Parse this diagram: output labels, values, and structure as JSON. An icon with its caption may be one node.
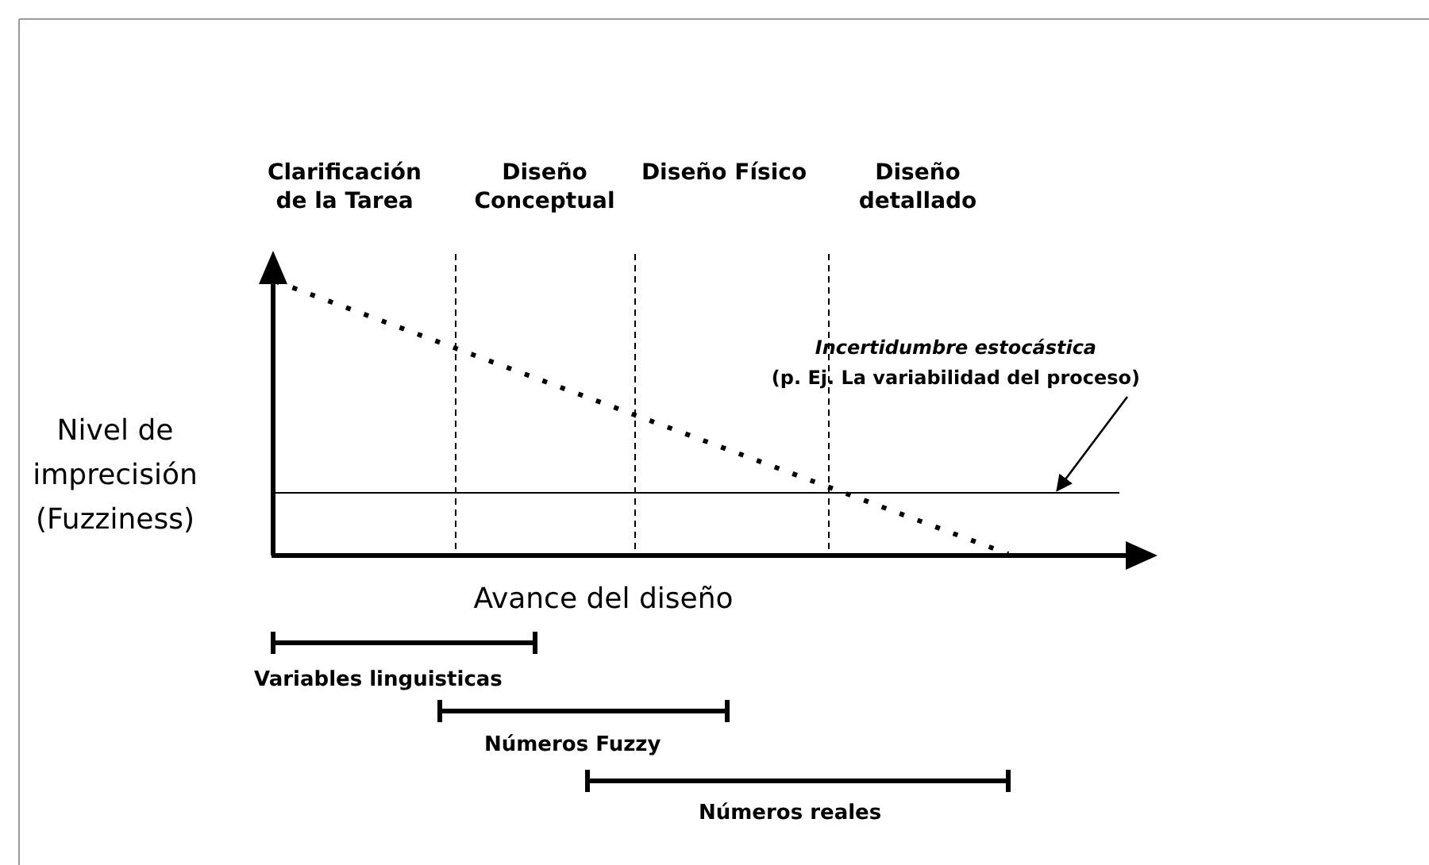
{
  "diagram": {
    "nodes": [
      {
        "text": [
          "*Incertidumbre estocástica* (p. Ej. La variabilidad del proceso)"
        ]
      },
      {
        "text": [],
        "shape": "line"
      }
    ],
    "edges": [
      {
        "from": 0,
        "to": 1,
        "arrow": "to"
      }
    ],
    "labels": [
      "Clarificación de la Tarea",
      "Diseño Conceptual",
      "Diseño Físico",
      "Diseño detallado",
      "Nivel de imprecisión (Fuzziness)",
      "Avance del diseño",
      "Variables linguisticas",
      "Números Fuzzy",
      "Números reales"
    ]
  }
}
